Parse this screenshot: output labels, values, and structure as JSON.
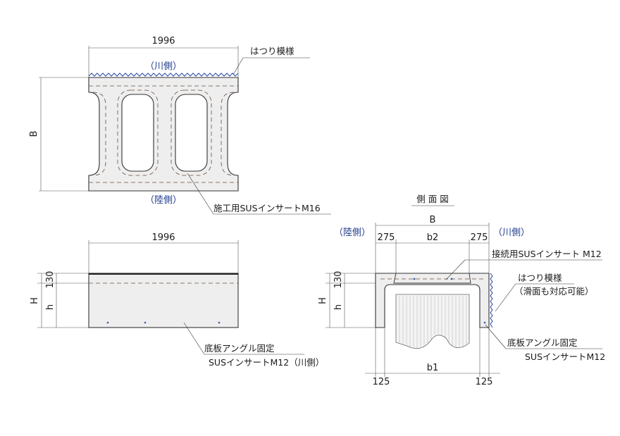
{
  "plan_view": {
    "width_dim": "1996",
    "height_dim": "B",
    "river_side": "（川側）",
    "land_side": "（陸側）",
    "chipping_label": "はつり模様",
    "insert_label": "施工用SUSインサートM16"
  },
  "front_view": {
    "width_dim": "1996",
    "dim_130": "130",
    "dim_h": "h",
    "dim_H": "H",
    "angle_label": "底板アングル固定",
    "insert_label": "SUSインサートM12（川側）"
  },
  "side_view": {
    "title": "側 面 図",
    "dim_B": "B",
    "land_side": "（陸側）",
    "river_side": "（川側）",
    "dim_275_left": "275",
    "dim_b2": "b2",
    "dim_275_right": "275",
    "dim_130": "130",
    "dim_h": "h",
    "dim_H": "H",
    "connect_label": "接続用SUSインサート M12",
    "chipping_label": "はつり模様",
    "chipping_note": "（滑面も対応可能）",
    "angle_label": "底板アングル固定",
    "insert_label": "SUSインサートM12",
    "dim_b1": "b1",
    "dim_125_left": "125",
    "dim_125_right": "125"
  },
  "colors": {
    "side_label": "#1f3c8c",
    "chipping": "#3b5aa8",
    "dashed": "#6a5040"
  }
}
